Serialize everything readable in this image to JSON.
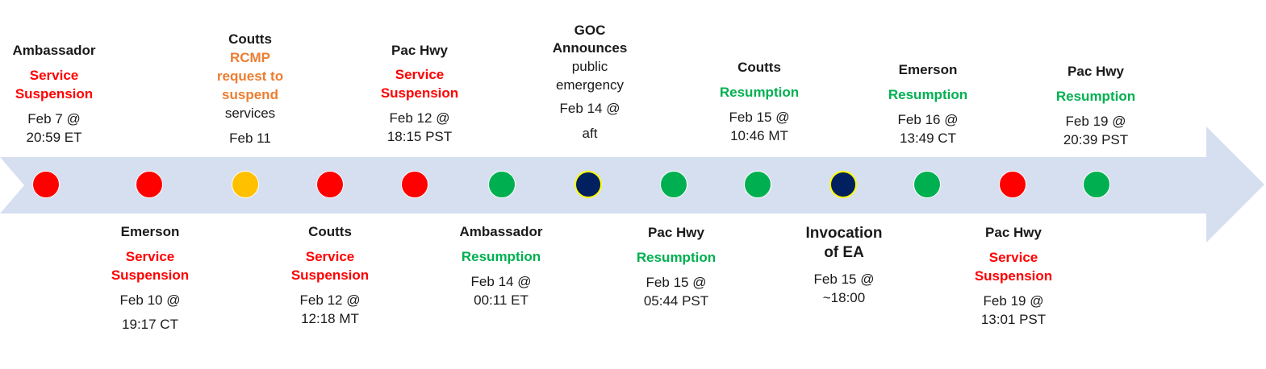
{
  "timeline": {
    "colors": {
      "band": "#d6dff0",
      "suspension": "#ff0000",
      "resumption": "#00b050",
      "request": "#ffc000",
      "government": "#002060"
    },
    "dots": [
      "red",
      "red",
      "yellow",
      "red",
      "red",
      "green",
      "navy",
      "green",
      "green",
      "navy",
      "green",
      "red",
      "green"
    ],
    "top_events": [
      {
        "location": "Ambassador",
        "status": "Service Suspension",
        "status_lines": [
          "Service",
          "Suspension"
        ],
        "date_lines": [
          "Feb 7 @",
          "20:59 ET"
        ]
      },
      {
        "location": "Coutts",
        "status": "RCMP request to suspend services",
        "status_lines": [
          "RCMP",
          "request to",
          "suspend"
        ],
        "extra_line": "services",
        "date_lines": [
          "Feb 11"
        ]
      },
      {
        "location": "Pac Hwy",
        "status": "Service Suspension",
        "status_lines": [
          "Service",
          "Suspension"
        ],
        "date_lines": [
          "Feb 12 @",
          "18:15 PST"
        ]
      },
      {
        "location_lines": [
          "GOC",
          "Announces"
        ],
        "extra_lines": [
          "public",
          "emergency"
        ],
        "date_lines": [
          "Feb 14 @",
          "aft"
        ]
      },
      {
        "location": "Coutts",
        "status": "Resumption",
        "date_lines": [
          "Feb 15 @",
          "10:46 MT"
        ]
      },
      {
        "location": "Emerson",
        "status": "Resumption",
        "date_lines": [
          "Feb 16 @",
          "13:49 CT"
        ]
      },
      {
        "location": "Pac Hwy",
        "status": "Resumption",
        "date_lines": [
          "Feb 19 @",
          "20:39 PST"
        ]
      }
    ],
    "bottom_events": [
      {
        "location": "Emerson",
        "status_lines": [
          "Service",
          "Suspension"
        ],
        "date_lines": [
          "Feb 10 @",
          "19:17 CT"
        ]
      },
      {
        "location": "Coutts",
        "status_lines": [
          "Service",
          "Suspension"
        ],
        "date_lines": [
          "Feb 12 @",
          "12:18 MT"
        ]
      },
      {
        "location": "Ambassador",
        "status": "Resumption",
        "date_lines": [
          "Feb 14 @",
          "00:11 ET"
        ]
      },
      {
        "location": "Pac Hwy",
        "status": "Resumption",
        "date_lines": [
          "Feb 15 @",
          "05:44 PST"
        ]
      },
      {
        "location_lines": [
          "Invocation",
          "of EA"
        ],
        "date_lines": [
          "Feb 15 @",
          "~18:00"
        ]
      },
      {
        "location": "Pac Hwy",
        "status_lines": [
          "Service",
          "Suspension"
        ],
        "date_lines": [
          "Feb 19 @",
          "13:01 PST"
        ]
      }
    ]
  }
}
